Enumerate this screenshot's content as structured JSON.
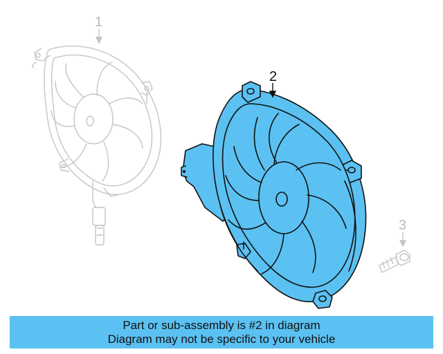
{
  "callouts": {
    "part_1": "1",
    "part_2": "2",
    "part_3": "3"
  },
  "banner": {
    "line1": "Part or sub-assembly is #2 in diagram",
    "line2": "Diagram may not be specific to your vehicle"
  },
  "colors": {
    "highlight_fill": "#5bc1f2",
    "highlight_outline": "#111111",
    "ghost_outline": "#c4c4c4",
    "banner_bg": "#5bc1f2"
  }
}
